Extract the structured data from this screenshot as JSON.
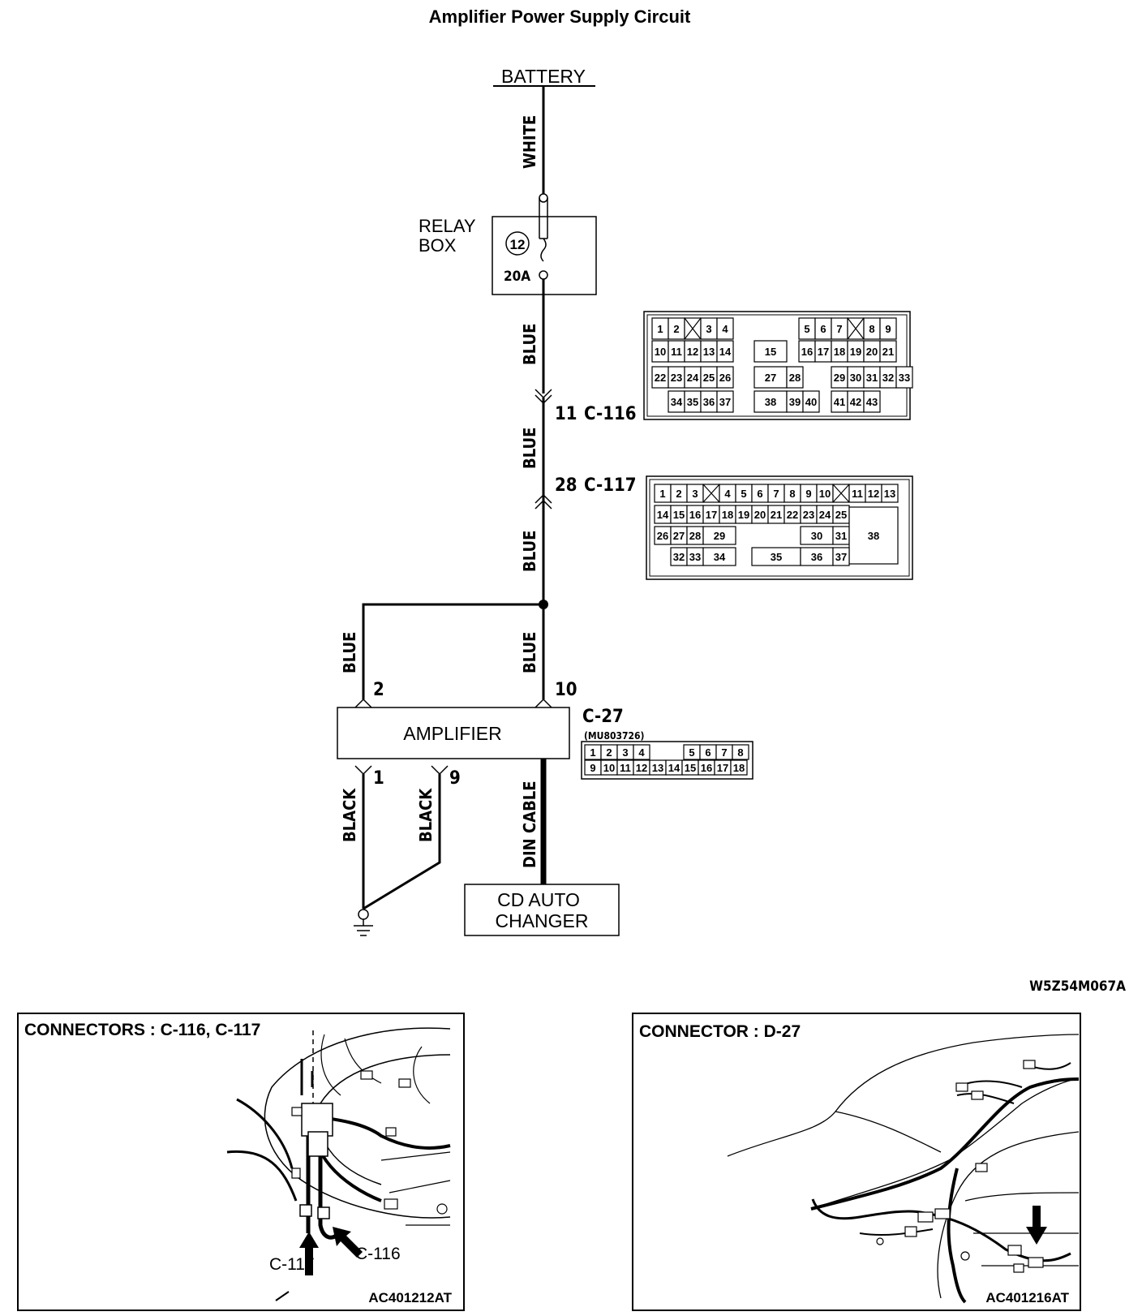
{
  "title": "Amplifier Power Supply Circuit",
  "battery_label": "BATTERY",
  "relay_box": {
    "label_line1": "RELAY",
    "label_line2": "BOX",
    "fuse_number": "12",
    "fuse_rating": "20A"
  },
  "wires": {
    "white": "WHITE",
    "blue_1": "BLUE",
    "blue_2": "BLUE",
    "blue_3": "BLUE",
    "blue_left": "BLUE",
    "blue_right": "BLUE",
    "black_1": "BLACK",
    "black_2": "BLACK",
    "din_cable": "DIN CABLE"
  },
  "connector_c116": {
    "pin": "11",
    "name": "C-116"
  },
  "connector_c117": {
    "pin": "28",
    "name": "C-117"
  },
  "amplifier": {
    "label": "AMPLIFIER",
    "connector": "C-27",
    "part_number": "(MU803726)",
    "pin_left": "2",
    "pin_right": "10",
    "pin_ground_1": "1",
    "pin_ground_2": "9"
  },
  "cd_changer": {
    "line1": "CD AUTO",
    "line2": "CHANGER"
  },
  "diagram_code": "W5Z54M067A",
  "panel_left": {
    "title": "CONNECTORS : C-116, C-117",
    "label_c117": "C-117",
    "label_c116": "C-116",
    "code": "AC401212AT"
  },
  "panel_right": {
    "title": "CONNECTOR : D-27",
    "code": "AC401216AT"
  },
  "c116_face": {
    "row1": [
      "1",
      "2",
      "X",
      "3",
      "4",
      "5",
      "6",
      "7",
      "X",
      "8",
      "9"
    ],
    "row2": [
      "10",
      "11",
      "12",
      "13",
      "14",
      "15",
      "16",
      "17",
      "18",
      "19",
      "20",
      "21"
    ],
    "row3": [
      "22",
      "23",
      "24",
      "25",
      "26",
      "27",
      "28",
      "29",
      "30",
      "31",
      "32",
      "33"
    ],
    "row4": [
      "34",
      "35",
      "36",
      "37",
      "38",
      "39",
      "40",
      "41",
      "42",
      "43"
    ]
  },
  "c117_face": {
    "row1": [
      "1",
      "2",
      "3",
      "X",
      "4",
      "5",
      "6",
      "7",
      "8",
      "9",
      "10",
      "X",
      "11",
      "12",
      "13"
    ],
    "row2": [
      "14",
      "15",
      "16",
      "17",
      "18",
      "19",
      "20",
      "21",
      "22",
      "23",
      "24",
      "25"
    ],
    "row3": [
      "26",
      "27",
      "28",
      "29",
      "30",
      "31",
      "38"
    ],
    "row4": [
      "32",
      "33",
      "34",
      "35",
      "36",
      "37"
    ]
  },
  "c27_face": {
    "row1": [
      "1",
      "2",
      "3",
      "4",
      "5",
      "6",
      "7",
      "8"
    ],
    "row2": [
      "9",
      "10",
      "11",
      "12",
      "13",
      "14",
      "15",
      "16",
      "17",
      "18"
    ]
  }
}
